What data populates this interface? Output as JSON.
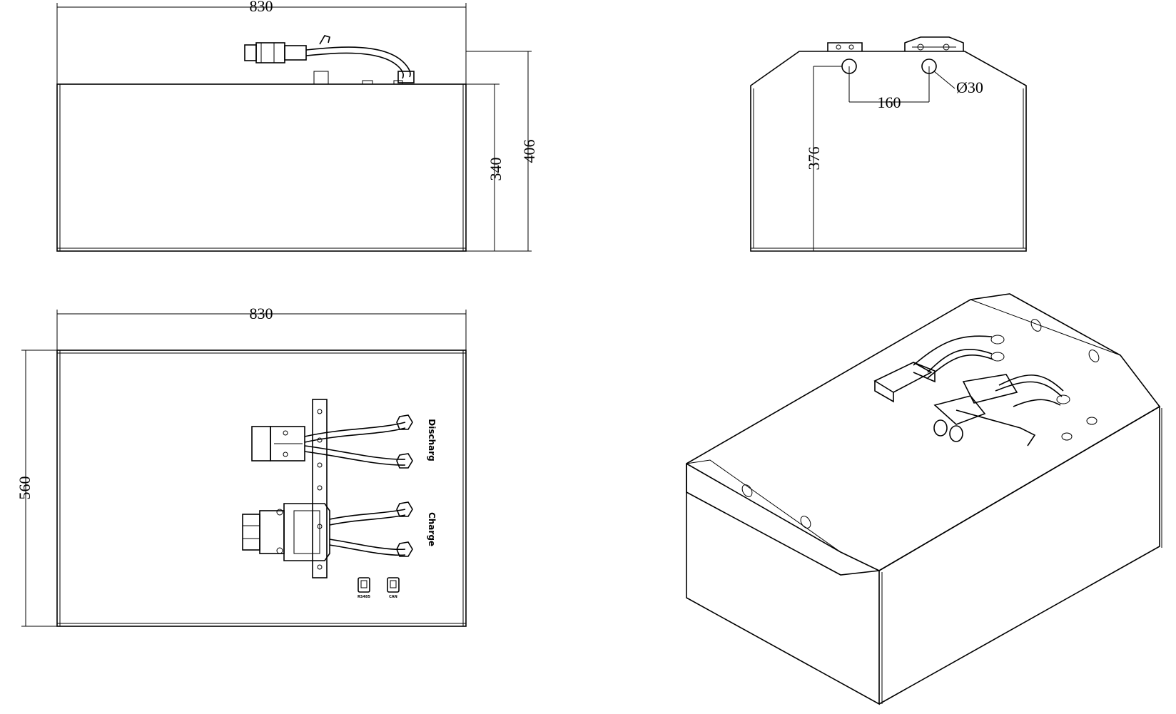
{
  "views": {
    "front": {
      "width": "830",
      "height_body": "340",
      "height_total": "406"
    },
    "side": {
      "height": "376",
      "spacing": "160",
      "hole_dia": "Ø30"
    },
    "top": {
      "width": "830",
      "depth": "560",
      "label_discharge": "Discharg",
      "label_charge": "Charge",
      "port1": "RS485",
      "port2": "CAN"
    }
  }
}
